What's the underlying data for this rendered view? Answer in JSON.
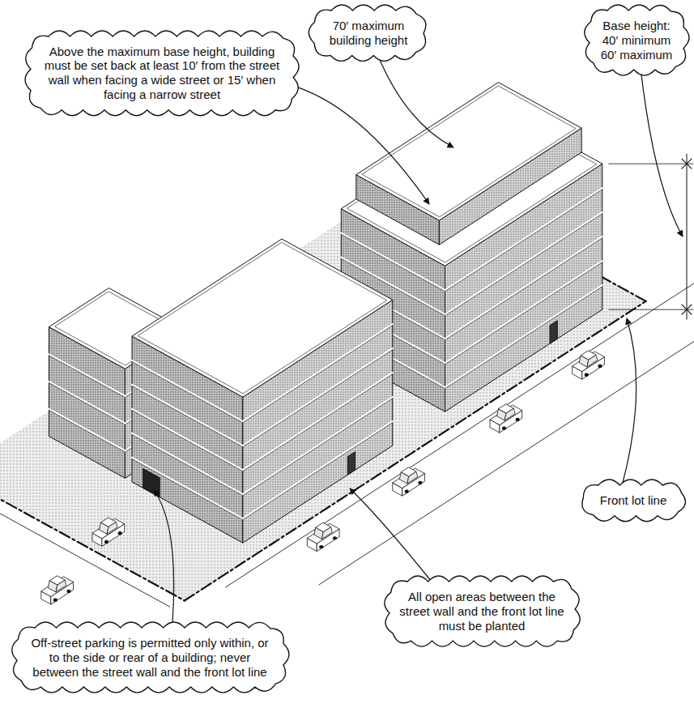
{
  "diagram": {
    "nodes": [
      {
        "text": [
          "70′ maximum building height"
        ]
      },
      {
        "text": [
          "Base height: 40′ minimum 60′ maximum"
        ]
      },
      {
        "text": [
          "Above the maximum base height, building must be set back at least 10′ from the street wall when facing a wide street or 15′ when facing a narrow street"
        ]
      },
      {
        "text": [
          "Front lot line"
        ]
      },
      {
        "text": [
          "All open areas between the street wall and the front lot line must be planted"
        ]
      },
      {
        "text": [
          "Off-street parking is permitted only within, or to the side or rear of a building; never between the street wall and the front lot line"
        ]
      }
    ]
  }
}
